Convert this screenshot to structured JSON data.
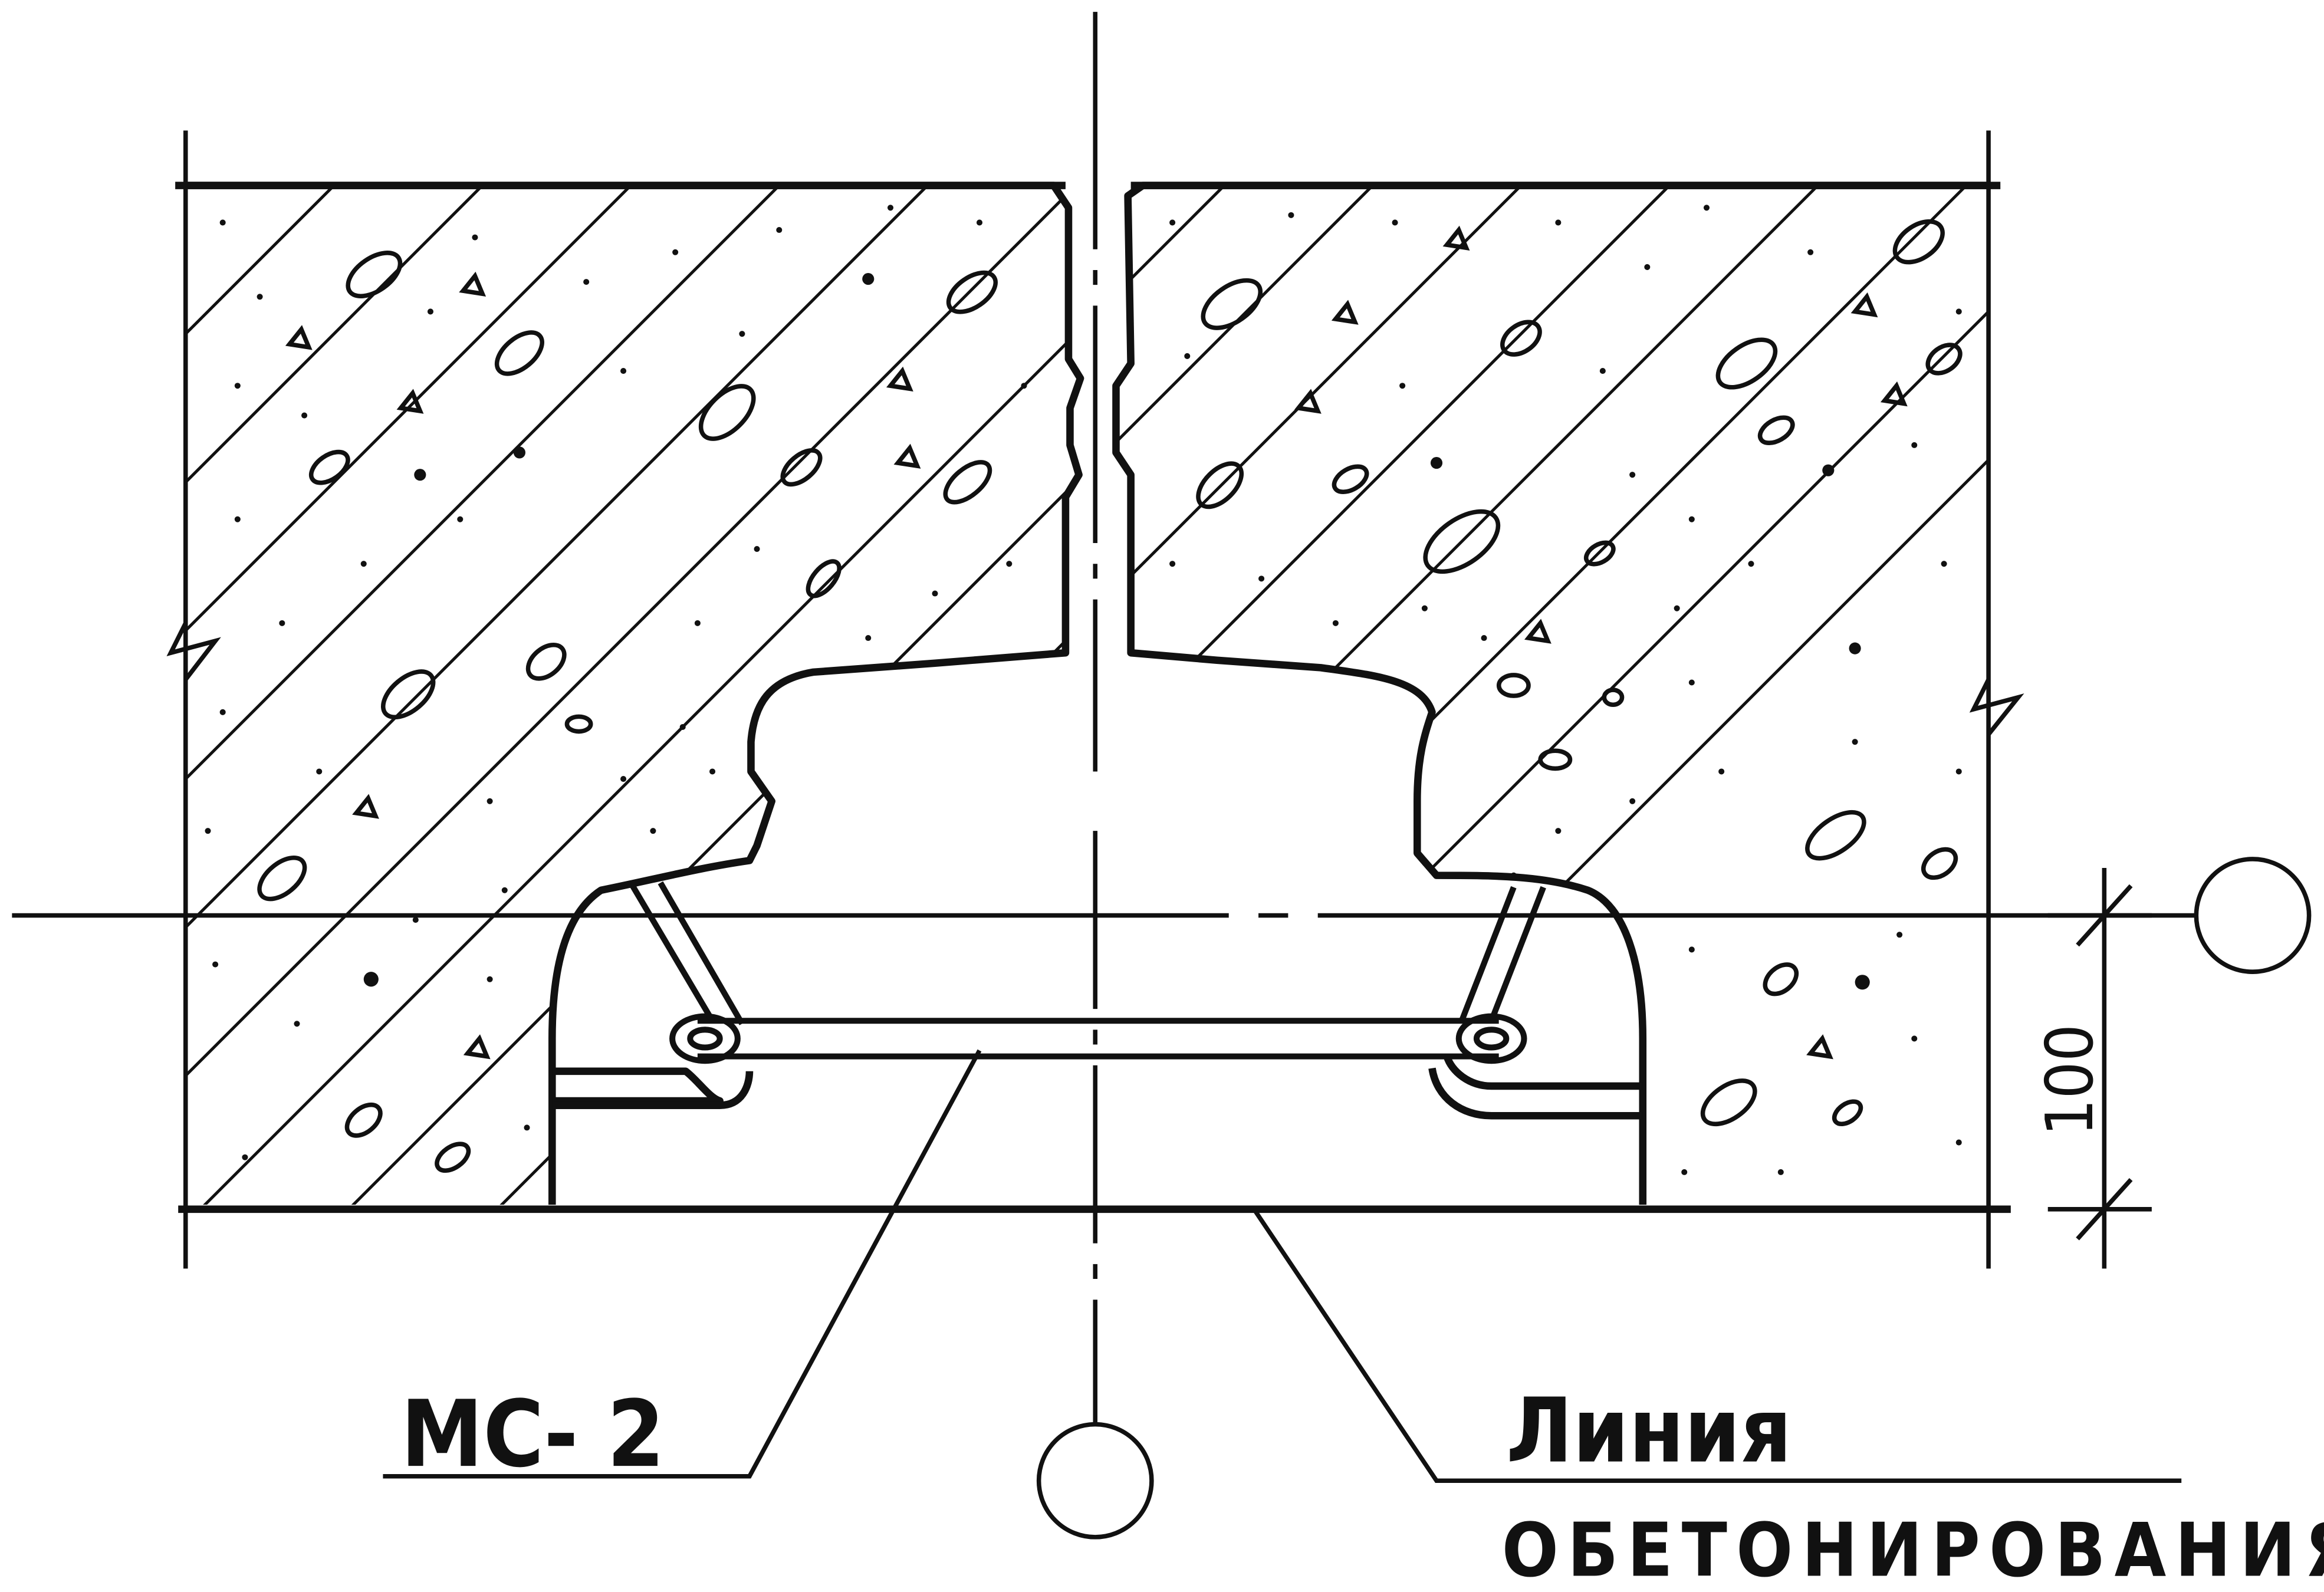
{
  "labels": {
    "element_mark": "МС- 2",
    "line_word": "Линия",
    "concreting_word": "ОБЕТОНИРОВАНИЯ",
    "dimension": "100"
  },
  "colors": {
    "ink": "#111111",
    "paper": "#ffffff"
  }
}
